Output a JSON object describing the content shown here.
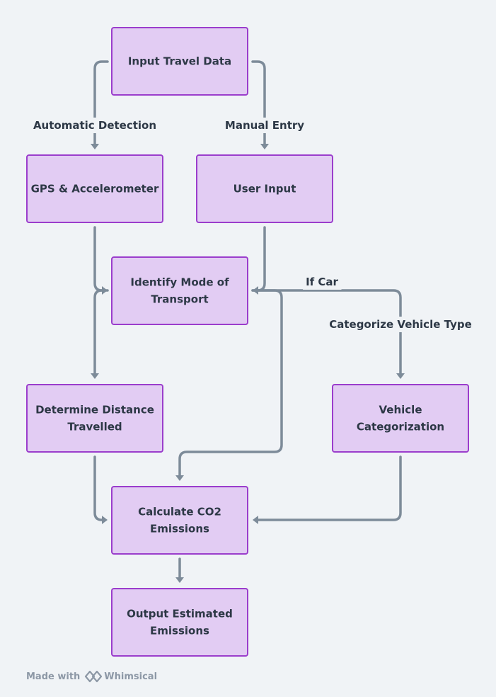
{
  "diagram": {
    "nodes": [
      {
        "id": "input-travel-data",
        "lines": [
          "Input Travel Data"
        ]
      },
      {
        "id": "gps-accelerometer",
        "lines": [
          "GPS & Accelerometer"
        ]
      },
      {
        "id": "user-input",
        "lines": [
          "User Input"
        ]
      },
      {
        "id": "identify-mode",
        "lines": [
          "Identify Mode of",
          "Transport"
        ]
      },
      {
        "id": "determine-distance",
        "lines": [
          "Determine Distance",
          "Travelled"
        ]
      },
      {
        "id": "vehicle-categorization",
        "lines": [
          "Vehicle",
          "Categorization"
        ]
      },
      {
        "id": "calculate-co2",
        "lines": [
          "Calculate CO2",
          "Emissions"
        ]
      },
      {
        "id": "output-emissions",
        "lines": [
          "Output Estimated",
          "Emissions"
        ]
      }
    ],
    "edges": [
      {
        "id": "automatic-detection",
        "from": "input-travel-data",
        "to": "gps-accelerometer",
        "label": "Automatic Detection"
      },
      {
        "id": "manual-entry",
        "from": "input-travel-data",
        "to": "user-input",
        "label": "Manual Entry"
      },
      {
        "id": "gps-to-identify",
        "from": "gps-accelerometer",
        "to": "identify-mode",
        "label": ""
      },
      {
        "id": "user-to-identify",
        "from": "user-input",
        "to": "identify-mode",
        "label": ""
      },
      {
        "id": "identify-to-distance",
        "from": "identify-mode",
        "to": "determine-distance",
        "label": ""
      },
      {
        "id": "if-car",
        "from": "identify-mode",
        "to": "vehicle-categorization",
        "label": "If Car"
      },
      {
        "id": "categorize-vehicle-type",
        "from": "identify-mode",
        "to": "vehicle-categorization",
        "label": "Categorize Vehicle Type"
      },
      {
        "id": "identify-to-calculate",
        "from": "identify-mode",
        "to": "calculate-co2",
        "label": ""
      },
      {
        "id": "distance-to-calculate",
        "from": "determine-distance",
        "to": "calculate-co2",
        "label": ""
      },
      {
        "id": "vehicle-to-calculate",
        "from": "vehicle-categorization",
        "to": "calculate-co2",
        "label": ""
      },
      {
        "id": "calculate-to-output",
        "from": "calculate-co2",
        "to": "output-emissions",
        "label": ""
      }
    ]
  },
  "footer": {
    "made_with": "Made with",
    "brand": "Whimsical",
    "brand_icon": "whimsical-logo-icon"
  },
  "colors": {
    "background": "#f0f3f6",
    "node_fill": "#e2ccf3",
    "node_border": "#9b3dcc",
    "edge": "#7d8b99",
    "text": "#2d3846",
    "watermark": "#8d98a6"
  }
}
